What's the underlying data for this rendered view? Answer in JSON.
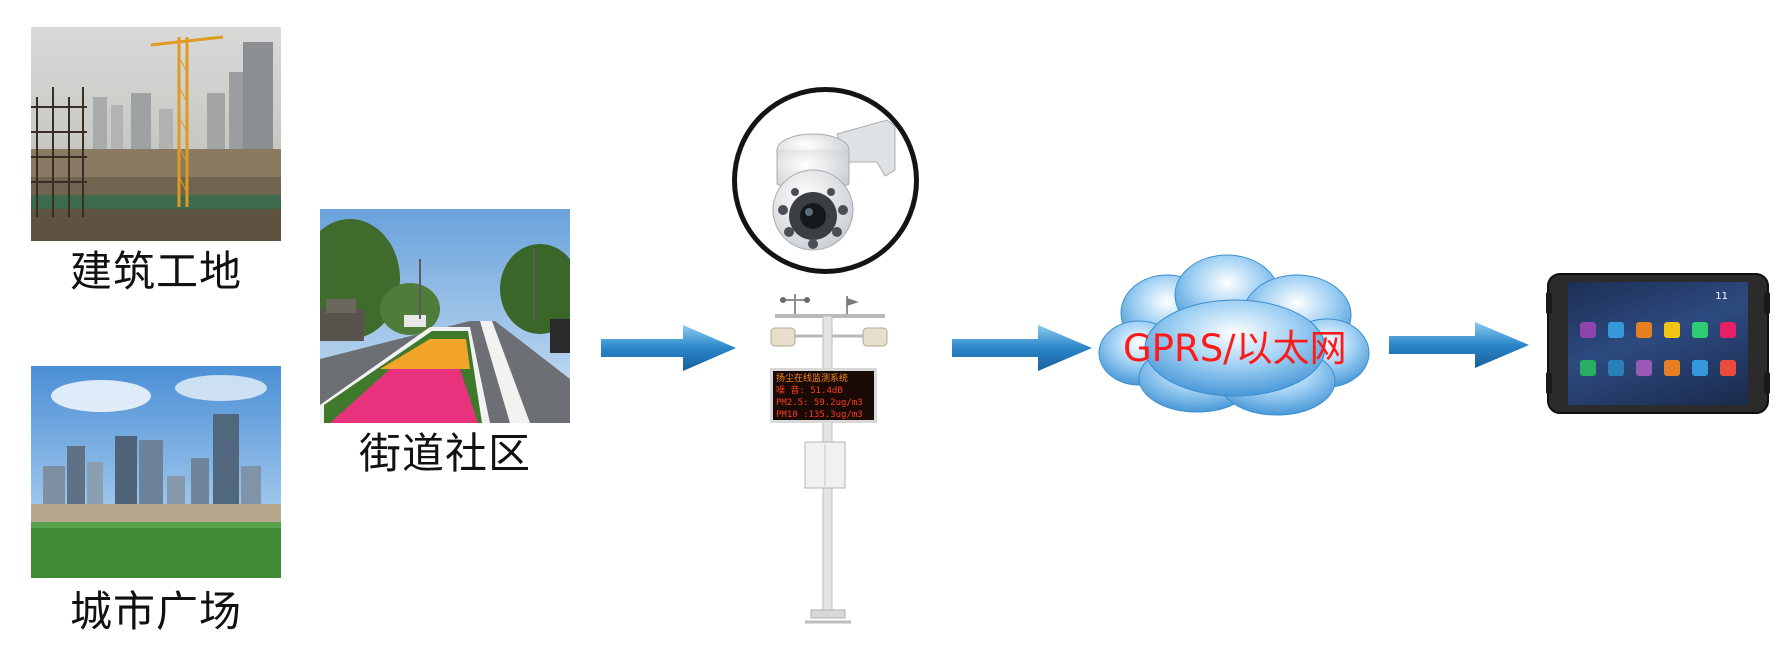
{
  "sources": {
    "construction_site": {
      "label": "建筑工地",
      "icon": "construction-site-photo"
    },
    "street_community": {
      "label": "街道社区",
      "icon": "street-photo"
    },
    "city_square": {
      "label": "城市广场",
      "icon": "city-square-photo"
    }
  },
  "monitor": {
    "camera_icon": "dome-camera-icon",
    "station_icon": "monitoring-station-icon",
    "display_lines": [
      "扬尘在线监测系统",
      "噪 音: 51.4dB",
      "PM2.5: 59.2ug/m3",
      "PM10 :135.3ug/m3"
    ]
  },
  "network": {
    "label": "GPRS/以太网",
    "icon": "cloud-icon"
  },
  "terminal": {
    "icon": "tablet-icon",
    "time": "11"
  },
  "colors": {
    "arrow": "#2a86c9",
    "arrow_light": "#7cc3ee",
    "cloud": "#2e86cf",
    "network_label": "#ff1a1a",
    "led_text": "#ff3a1a"
  }
}
